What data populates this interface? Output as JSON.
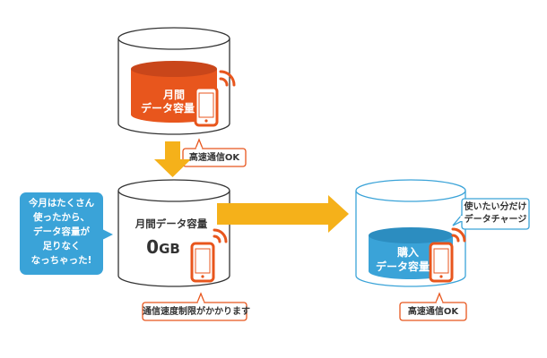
{
  "colors": {
    "orange": "#e8561d",
    "yellow": "#f5b11a",
    "blue": "#3aa3d8",
    "outline": "#333333",
    "text_dark": "#333333"
  },
  "top_cylinder": {
    "content_line1": "月間",
    "content_line2": "データ容量",
    "callout": "高速通信OK",
    "icon": "smartphone-icon"
  },
  "middle_cylinder": {
    "title": "月間データ容量",
    "amount_number": "0",
    "amount_unit": "GB",
    "callout": "通信速度制限がかかります",
    "icon": "smartphone-icon"
  },
  "right_cylinder": {
    "content_line1": "購入",
    "content_line2": "データ容量",
    "callout": "高速通信OK",
    "icon": "smartphone-icon"
  },
  "left_bubble": {
    "lines": [
      "今月はたくさん",
      "使ったから、",
      "データ容量が",
      "足りなく",
      "なっちゃった!"
    ]
  },
  "right_callout": {
    "line1": "使いたい分だけ",
    "line2": "データチャージ"
  },
  "arrows": {
    "down": "arrow-down-icon",
    "right": "arrow-right-icon"
  }
}
